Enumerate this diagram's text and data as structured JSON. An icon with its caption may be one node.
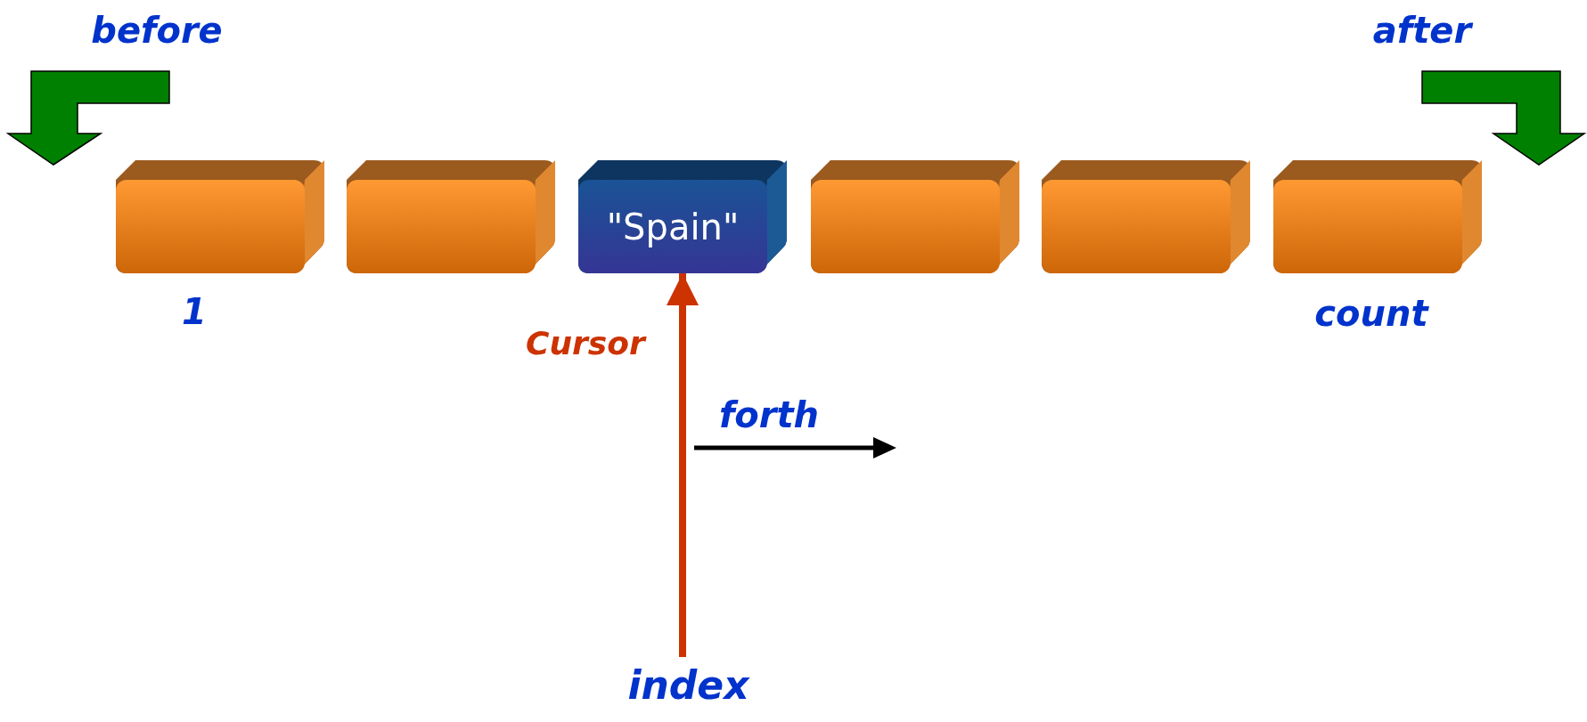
{
  "diagram": {
    "nodes": [
      {
        "text": [],
        "shape": "box",
        "beside": [
          "1"
        ]
      },
      {
        "text": [],
        "shape": "box"
      },
      {
        "text": [
          "\"Spain\""
        ]
      },
      {
        "text": [],
        "shape": "box"
      },
      {
        "text": [],
        "shape": "box"
      },
      {
        "text": [],
        "shape": "box",
        "beside": [
          "count"
        ]
      },
      {
        "text": [
          "index"
        ]
      }
    ],
    "edges": [
      {
        "from": 6,
        "to": 2,
        "arrow": "to",
        "label": "Cursor",
        "color": "#cc3300"
      }
    ],
    "labels": [
      "before",
      "after",
      "forth"
    ]
  }
}
